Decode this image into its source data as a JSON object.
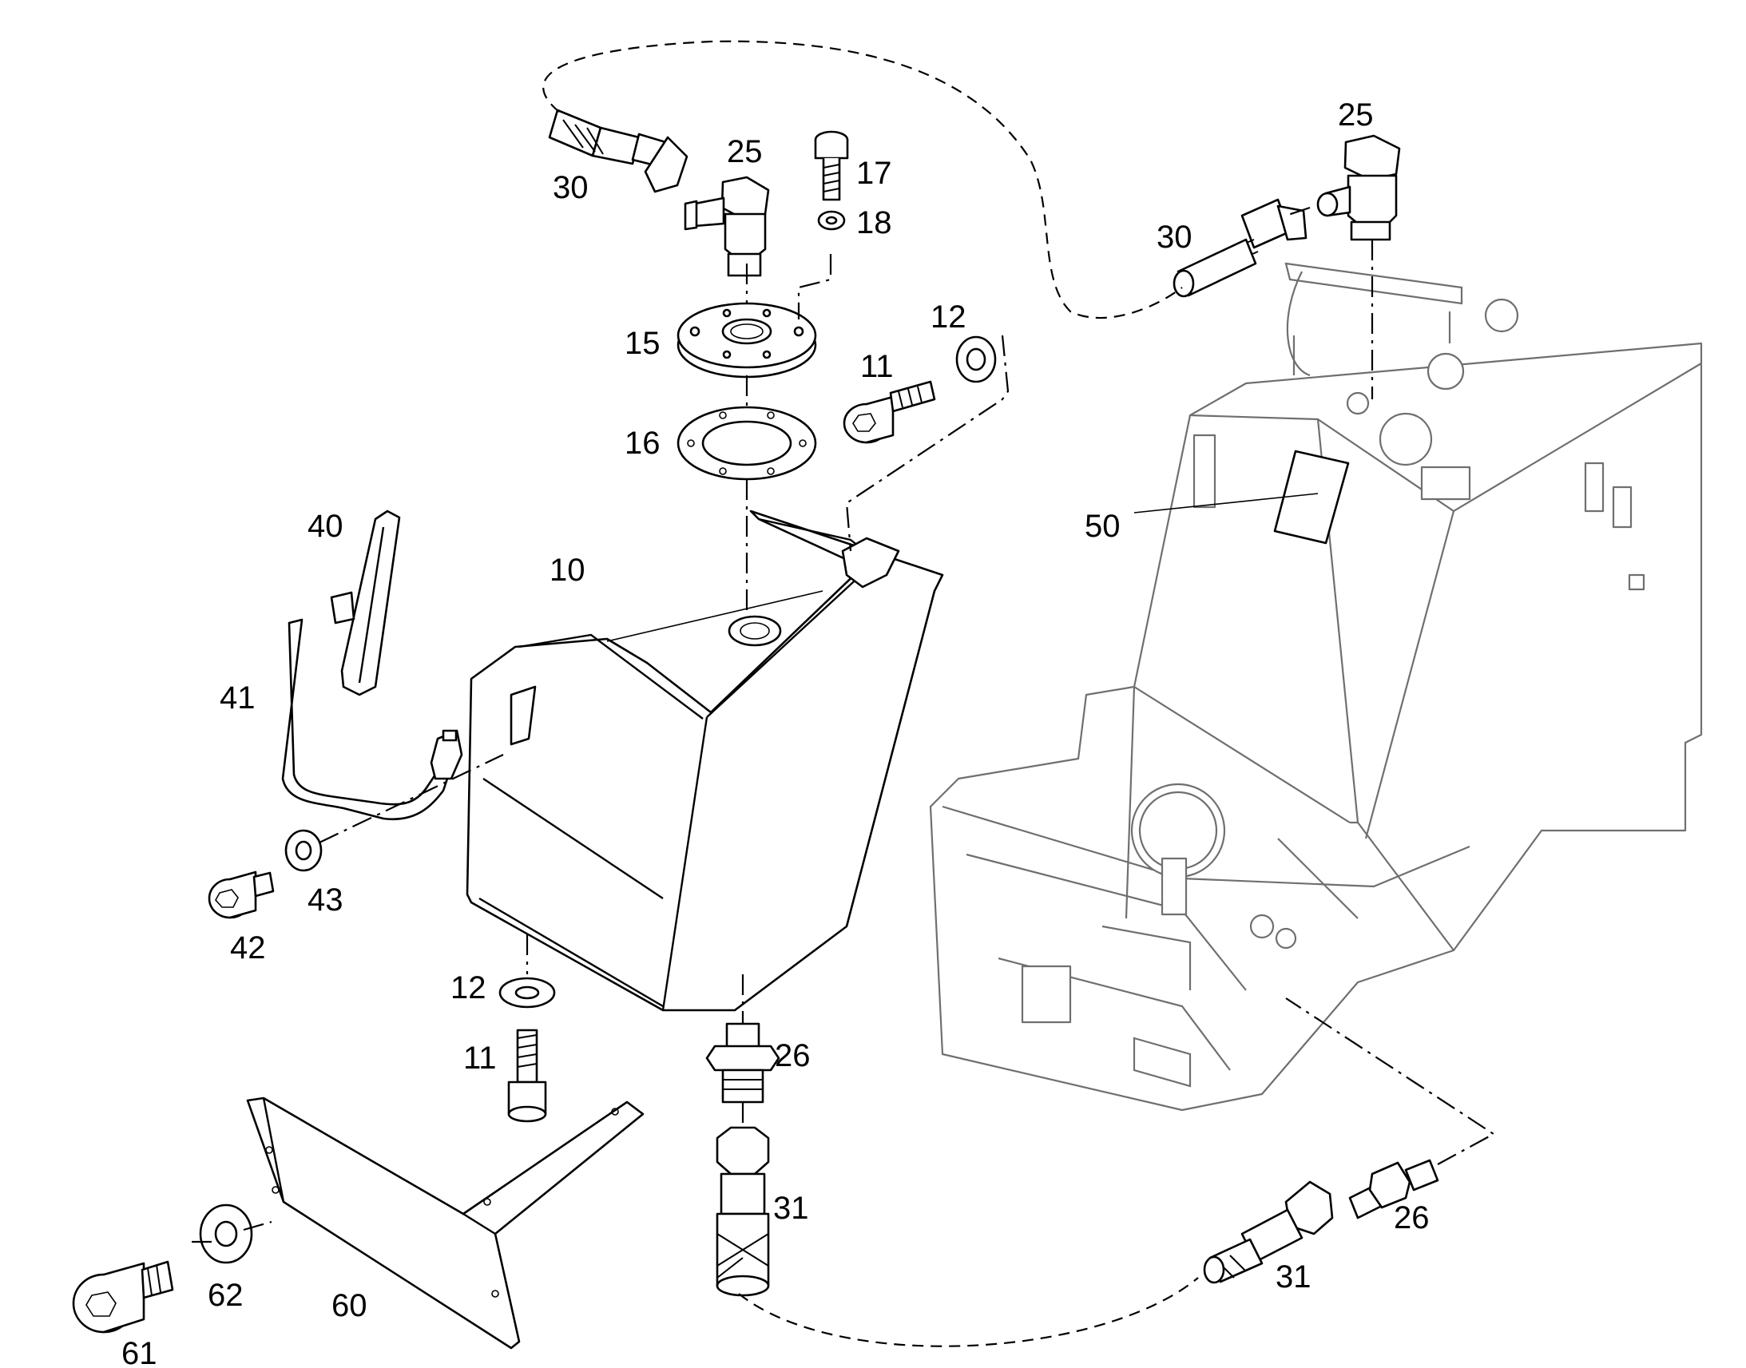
{
  "callouts": {
    "c10": "10",
    "c11a": "11",
    "c11b": "11",
    "c12a": "12",
    "c12b": "12",
    "c15": "15",
    "c16": "16",
    "c17": "17",
    "c18": "18",
    "c25a": "25",
    "c25b": "25",
    "c26a": "26",
    "c26b": "26",
    "c30a": "30",
    "c30b": "30",
    "c31a": "31",
    "c31b": "31",
    "c40": "40",
    "c41": "41",
    "c42": "42",
    "c43": "43",
    "c50": "50",
    "c60": "60",
    "c61": "61",
    "c62": "62"
  }
}
